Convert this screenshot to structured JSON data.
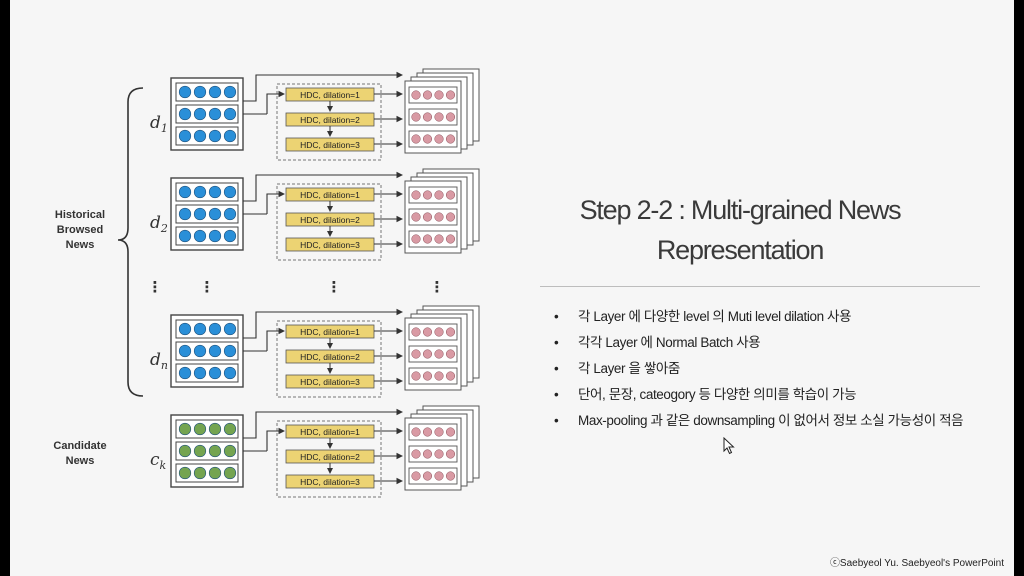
{
  "slide": {
    "title_line1": "Step 2-2 : Multi-grained News",
    "title_line2": "Representation",
    "bullets": [
      "각 Layer 에 다양한 level 의 Muti level dilation 사용",
      "각각 Layer 에 Normal Batch 사용",
      "각 Layer 을 쌓아줌",
      "단어, 문장, cateogory 등 다양한 의미를 학습이 가능",
      "Max-pooling 과 같은 downsampling 이 없어서 정보 소실 가능성이 적음"
    ],
    "bullet_glyph": "•",
    "credit": "ⓒSaebyeol Yu. Saebyeol's PowerPoint"
  },
  "diagram": {
    "historical_label": [
      "Historical",
      "Browsed",
      "News"
    ],
    "candidate_label": [
      "Candidate",
      "News"
    ],
    "rows": [
      {
        "label": "d",
        "sub": "1",
        "kind": "historical"
      },
      {
        "label": "d",
        "sub": "2",
        "kind": "historical"
      },
      {
        "label": "d",
        "sub": "n",
        "kind": "historical"
      },
      {
        "label": "c",
        "sub": "k",
        "kind": "candidate"
      }
    ],
    "hdc_labels": [
      "HDC, dilation=1",
      "HDC, dilation=2",
      "HDC, dilation=3"
    ],
    "ellipsis": "⋮",
    "colors": {
      "historical_circle": "#2a8fd8",
      "candidate_circle": "#74a450",
      "hdc_fill": "#ecd373",
      "output_circle": "#d99aa4"
    }
  }
}
